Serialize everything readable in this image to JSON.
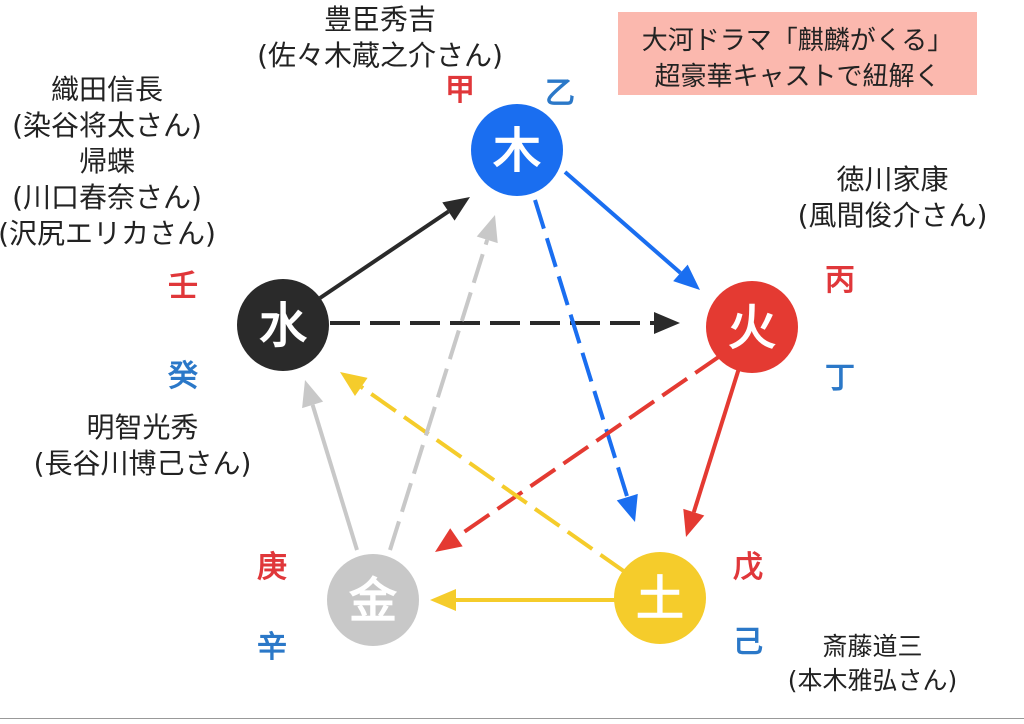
{
  "title": {
    "line1": "大河ドラマ「麒麟がくる」",
    "line2": "超豪華キャストで紐解く"
  },
  "elements": {
    "wood": {
      "char": "木",
      "color": "#1a6ef0",
      "stems": [
        "甲",
        "乙"
      ]
    },
    "fire": {
      "char": "火",
      "color": "#e43a32",
      "stems": [
        "丙",
        "丁"
      ]
    },
    "earth": {
      "char": "土",
      "color": "#f5cc2b",
      "stems": [
        "戊",
        "己"
      ]
    },
    "metal": {
      "char": "金",
      "color": "#c8c8c8",
      "stems": [
        "庚",
        "辛"
      ]
    },
    "water": {
      "char": "水",
      "color": "#2a2a2a",
      "stems": [
        "壬",
        "癸"
      ]
    }
  },
  "stem_colors": {
    "yang": "#e0373a",
    "yin": "#2b78c8"
  },
  "people": {
    "wood": [
      "豊臣秀吉",
      "(佐々木蔵之介さん)"
    ],
    "fire": [
      "徳川家康",
      "(風間俊介さん)"
    ],
    "earth": [
      "斎藤道三",
      "(本木雅弘さん)"
    ],
    "metal": [
      "明智光秀",
      "(長谷川博己さん)"
    ],
    "water": [
      "織田信長",
      "(染谷将太さん)",
      "帰蝶",
      "(川口春奈さん)",
      "(沢尻エリカさん)"
    ]
  }
}
